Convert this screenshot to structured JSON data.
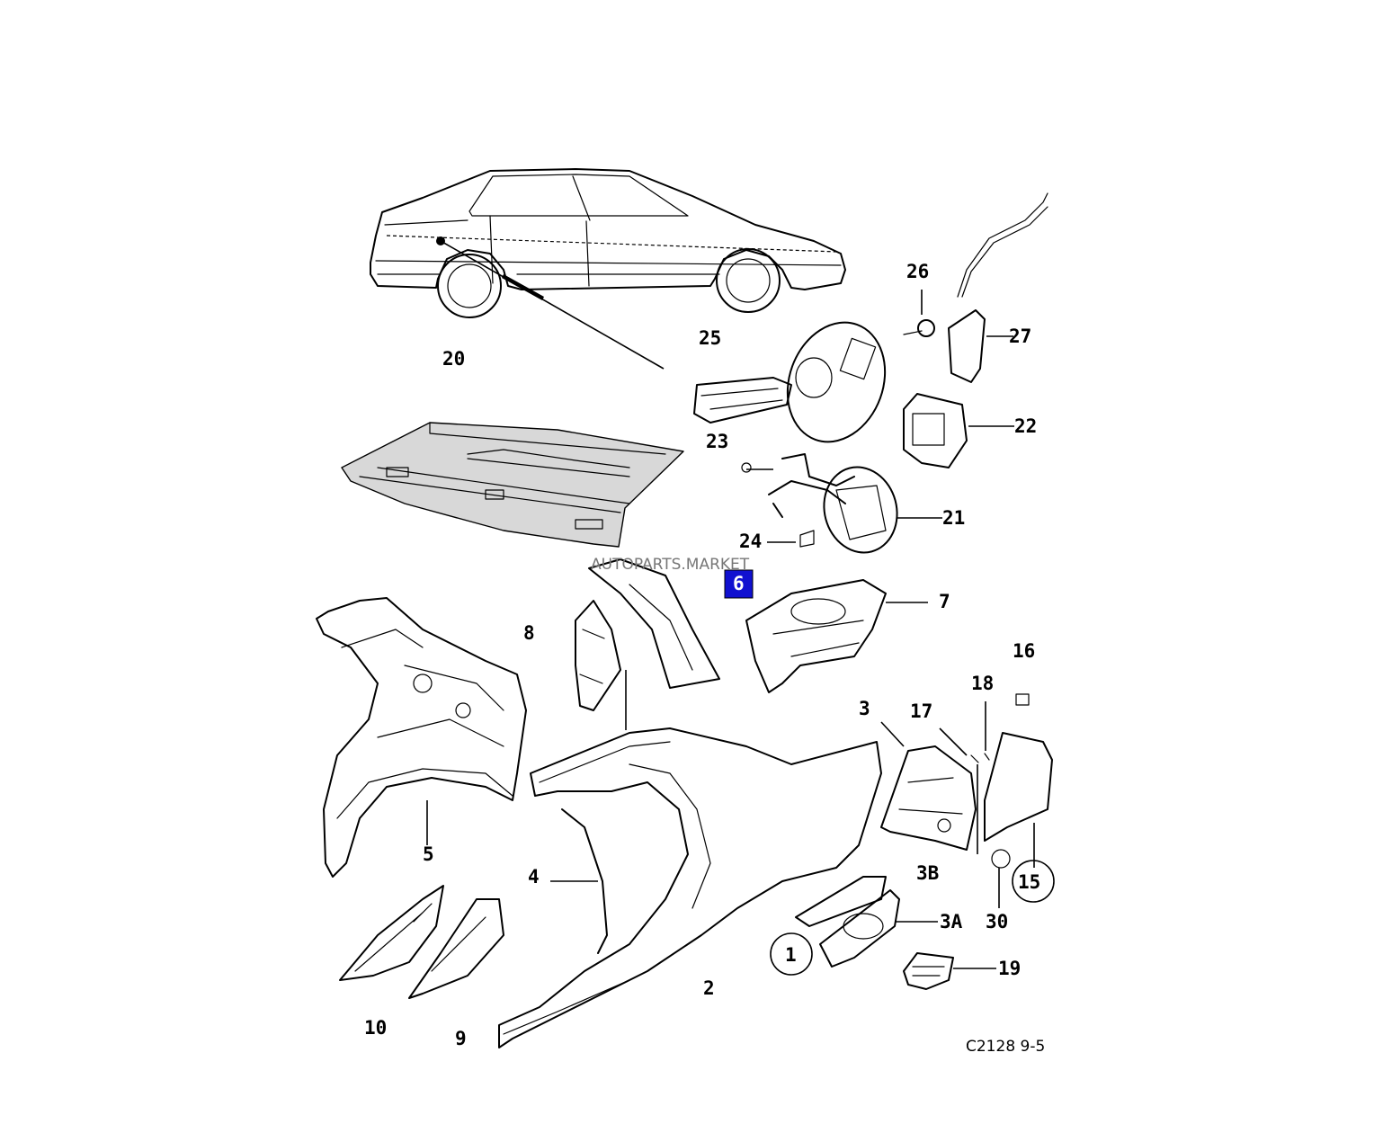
{
  "diagram": {
    "watermark": "AUTOPARTS.MARKET",
    "reference_code": "C2128 9-5",
    "highlighted_part": "6",
    "colors": {
      "line": "#000000",
      "highlight": "#1010d0",
      "watermark": "#777777"
    },
    "labels": {
      "p1": "1",
      "p2": "2",
      "p3": "3",
      "p3a": "3A",
      "p3b": "3B",
      "p4": "4",
      "p5": "5",
      "p6": "6",
      "p7": "7",
      "p8": "8",
      "p9": "9",
      "p10": "10",
      "p15": "15",
      "p16": "16",
      "p17": "17",
      "p18": "18",
      "p19": "19",
      "p20": "20",
      "p21": "21",
      "p22": "22",
      "p23": "23",
      "p24": "24",
      "p25": "25",
      "p26": "26",
      "p27": "27",
      "p30": "30"
    }
  }
}
